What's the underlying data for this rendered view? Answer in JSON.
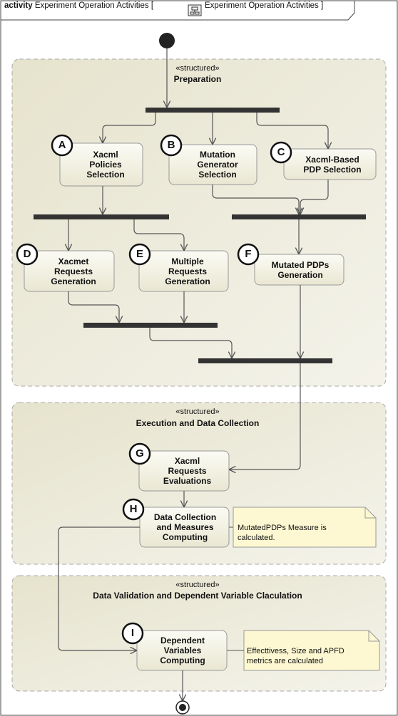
{
  "diagram": {
    "header": {
      "keyword": "activity",
      "name": "Experiment Operation Activities",
      "bracket_open": "[",
      "reference": "Experiment Operation Activities",
      "bracket_close": "]"
    },
    "regions": [
      {
        "stereotype": "«structured»",
        "name": "Preparation"
      },
      {
        "stereotype": "«structured»",
        "name": "Execution and Data Collection"
      },
      {
        "stereotype": "«structured»",
        "name": "Data Validation and Dependent Variable Claculation"
      }
    ],
    "actions": [
      {
        "badge": "A",
        "label": "Xacml\nPolicies\nSelection"
      },
      {
        "badge": "B",
        "label": "Mutation\nGenerator\nSelection"
      },
      {
        "badge": "C",
        "label": "Xacml-Based\nPDP Selection"
      },
      {
        "badge": "D",
        "label": "Xacmet\nRequests\nGeneration"
      },
      {
        "badge": "E",
        "label": "Multiple\nRequests\nGeneration"
      },
      {
        "badge": "F",
        "label": "Mutated PDPs\nGeneration"
      },
      {
        "badge": "G",
        "label": "Xacml\nRequests\nEvaluations"
      },
      {
        "badge": "H",
        "label": "Data Collection\nand Measures\nComputing"
      },
      {
        "badge": "I",
        "label": "Dependent\nVariables\nComputing"
      }
    ],
    "notes": [
      {
        "text": "MutatedPDPs Measure is\ncalculated."
      },
      {
        "text": "Effecttivess, Size and APFD\nmetrics are calculated"
      }
    ],
    "colors": {
      "region_fill": "#e8e5d2",
      "action_fill": "#f3f2e2",
      "note_fill": "#fdf8d2",
      "line": "#555555",
      "bar": "#333333"
    }
  }
}
